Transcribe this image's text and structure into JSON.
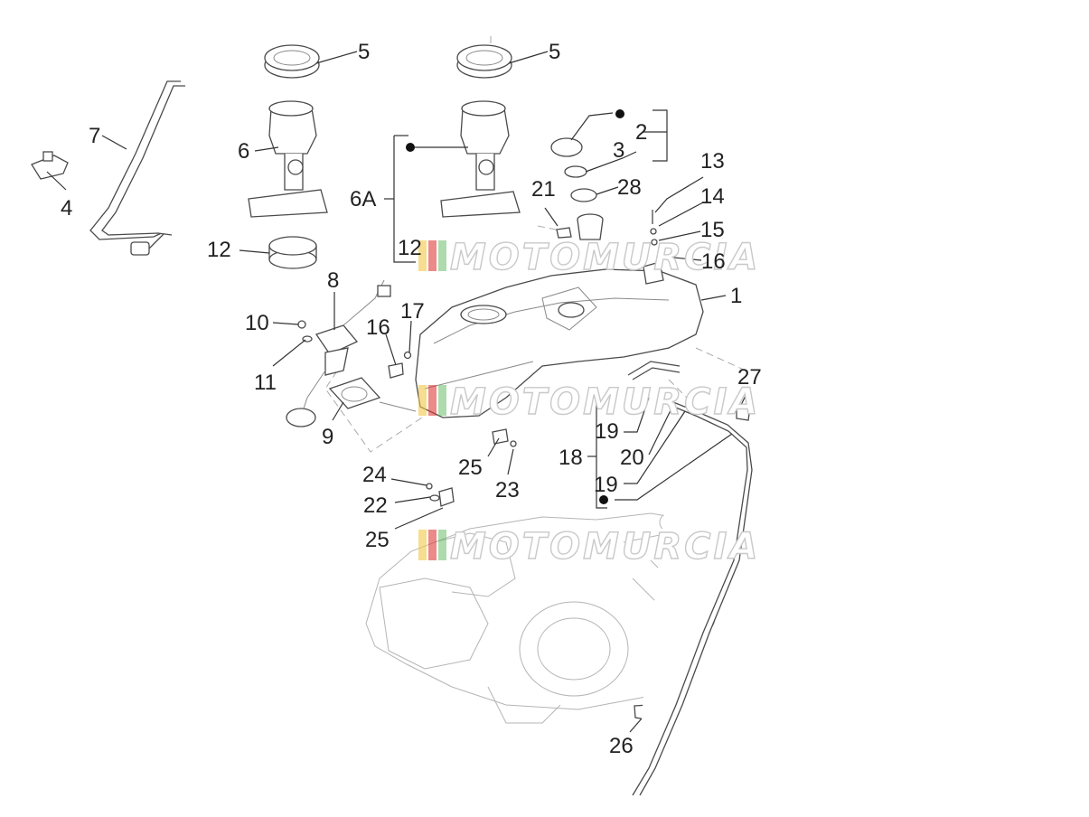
{
  "callouts": {
    "c1": "1",
    "c2": "2",
    "c3": "3",
    "c4": "4",
    "c5a": "5",
    "c5b": "5",
    "c6": "6",
    "c6A": "6A",
    "c7": "7",
    "c8": "8",
    "c9": "9",
    "c10": "10",
    "c11": "11",
    "c12a": "12",
    "c12b": "12",
    "c13": "13",
    "c14": "14",
    "c15": "15",
    "c16a": "16",
    "c16b": "16",
    "c17": "17",
    "c18": "18",
    "c19a": "19",
    "c19b": "19",
    "c20": "20",
    "c21": "21",
    "c22": "22",
    "c23": "23",
    "c24": "24",
    "c25a": "25",
    "c25b": "25",
    "c26": "26",
    "c27": "27",
    "c28": "28"
  },
  "watermark": {
    "text": "MOTOMURCIA"
  },
  "colors": {
    "ink": "#333333",
    "ghost": "#b5b5b5",
    "watermark_stroke": "#c9c9c9",
    "logo_red": "#e03b3b",
    "logo_yellow": "#f2c744",
    "logo_green": "#5cb85c"
  }
}
